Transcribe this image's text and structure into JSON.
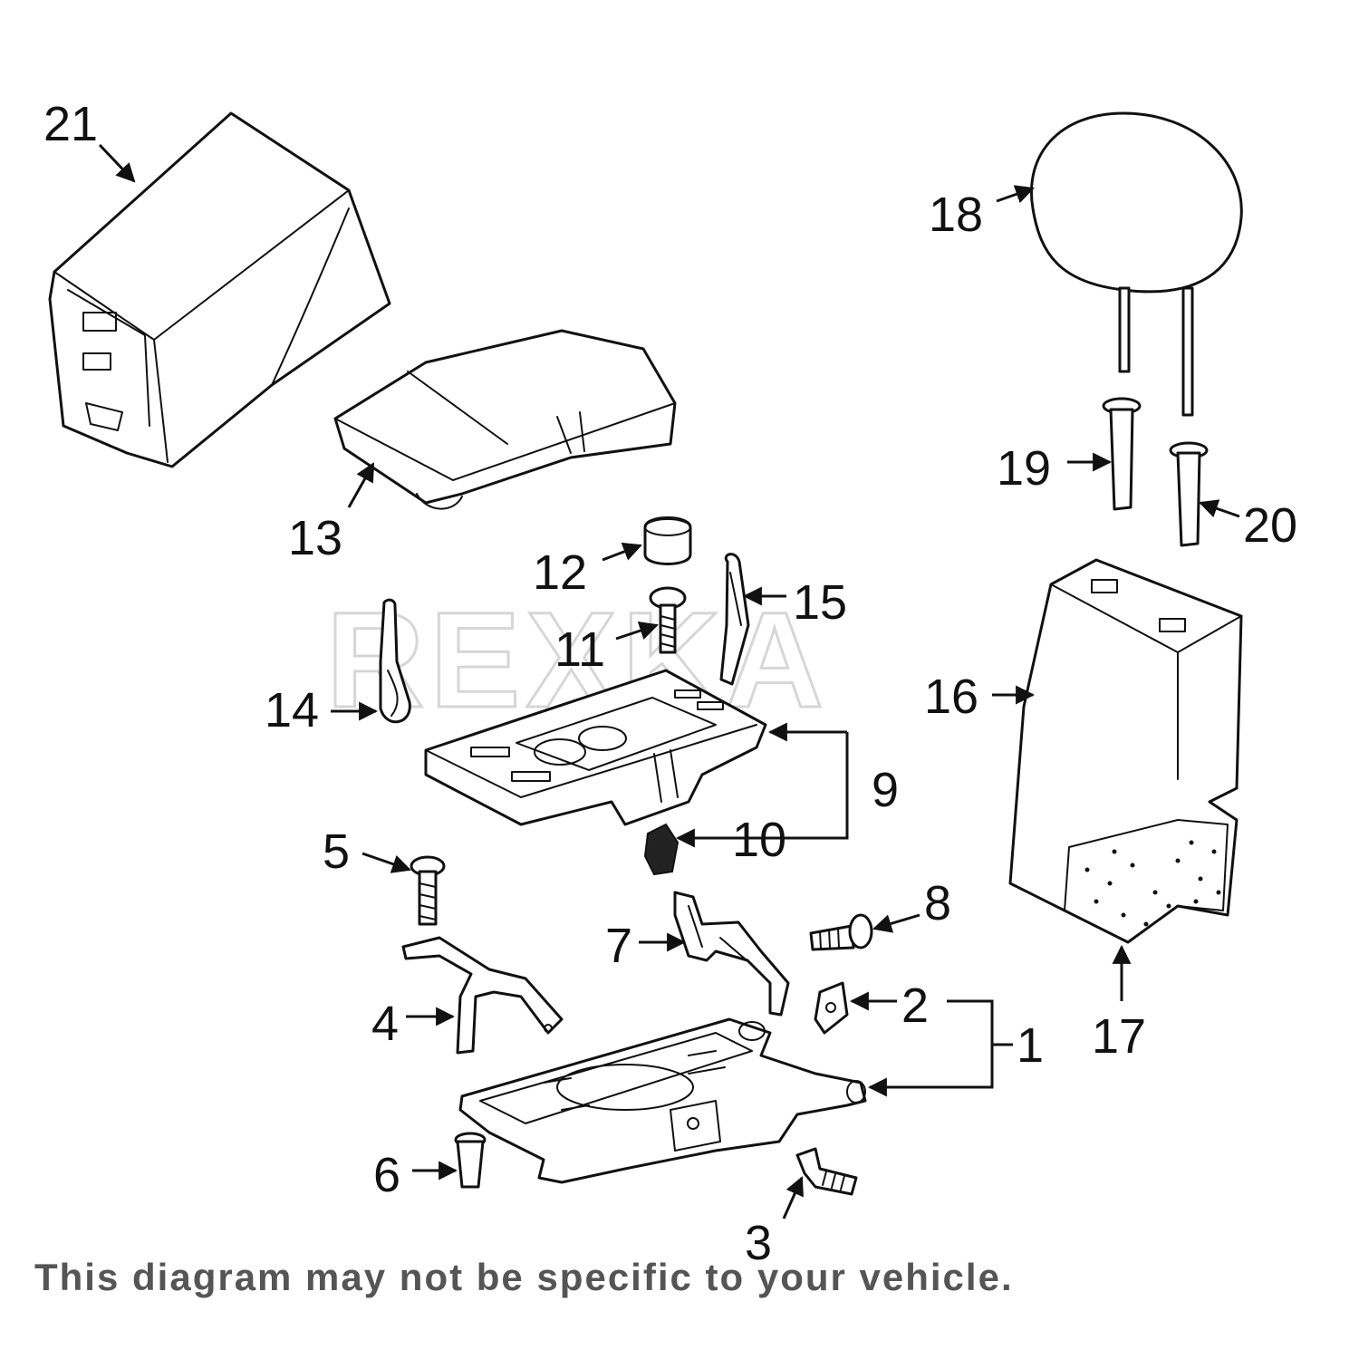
{
  "watermark": "REXKA",
  "disclaimer": "This diagram may not be specific to your vehicle.",
  "callouts": [
    "1",
    "2",
    "3",
    "4",
    "5",
    "6",
    "7",
    "8",
    "9",
    "10",
    "11",
    "12",
    "13",
    "14",
    "15",
    "16",
    "17",
    "18",
    "19",
    "20",
    "21"
  ],
  "colors": {
    "line": "#111111",
    "disclaimer": "#555555",
    "watermark": "#d6d6d6"
  }
}
